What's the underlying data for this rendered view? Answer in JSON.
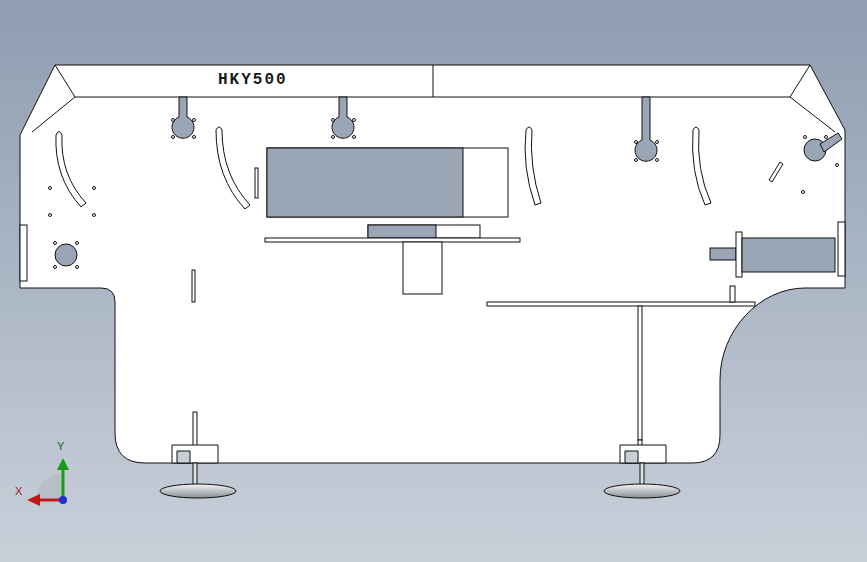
{
  "diagram": {
    "labels": [
      "HKY500",
      "Y",
      "X"
    ]
  }
}
